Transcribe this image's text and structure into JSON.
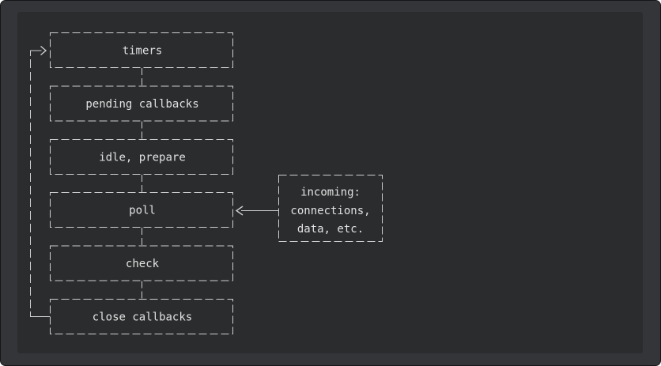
{
  "colors": {
    "outer_background": "#333538",
    "panel_background": "#2a2c2d",
    "line": "#ccced0",
    "text": "#e2e2e2"
  },
  "diagram": {
    "phases": [
      "timers",
      "pending callbacks",
      "idle, prepare",
      "poll",
      "check",
      "close callbacks"
    ],
    "incoming_box": {
      "line1": "incoming:",
      "line2": "connections,",
      "line3": "data, etc."
    }
  }
}
